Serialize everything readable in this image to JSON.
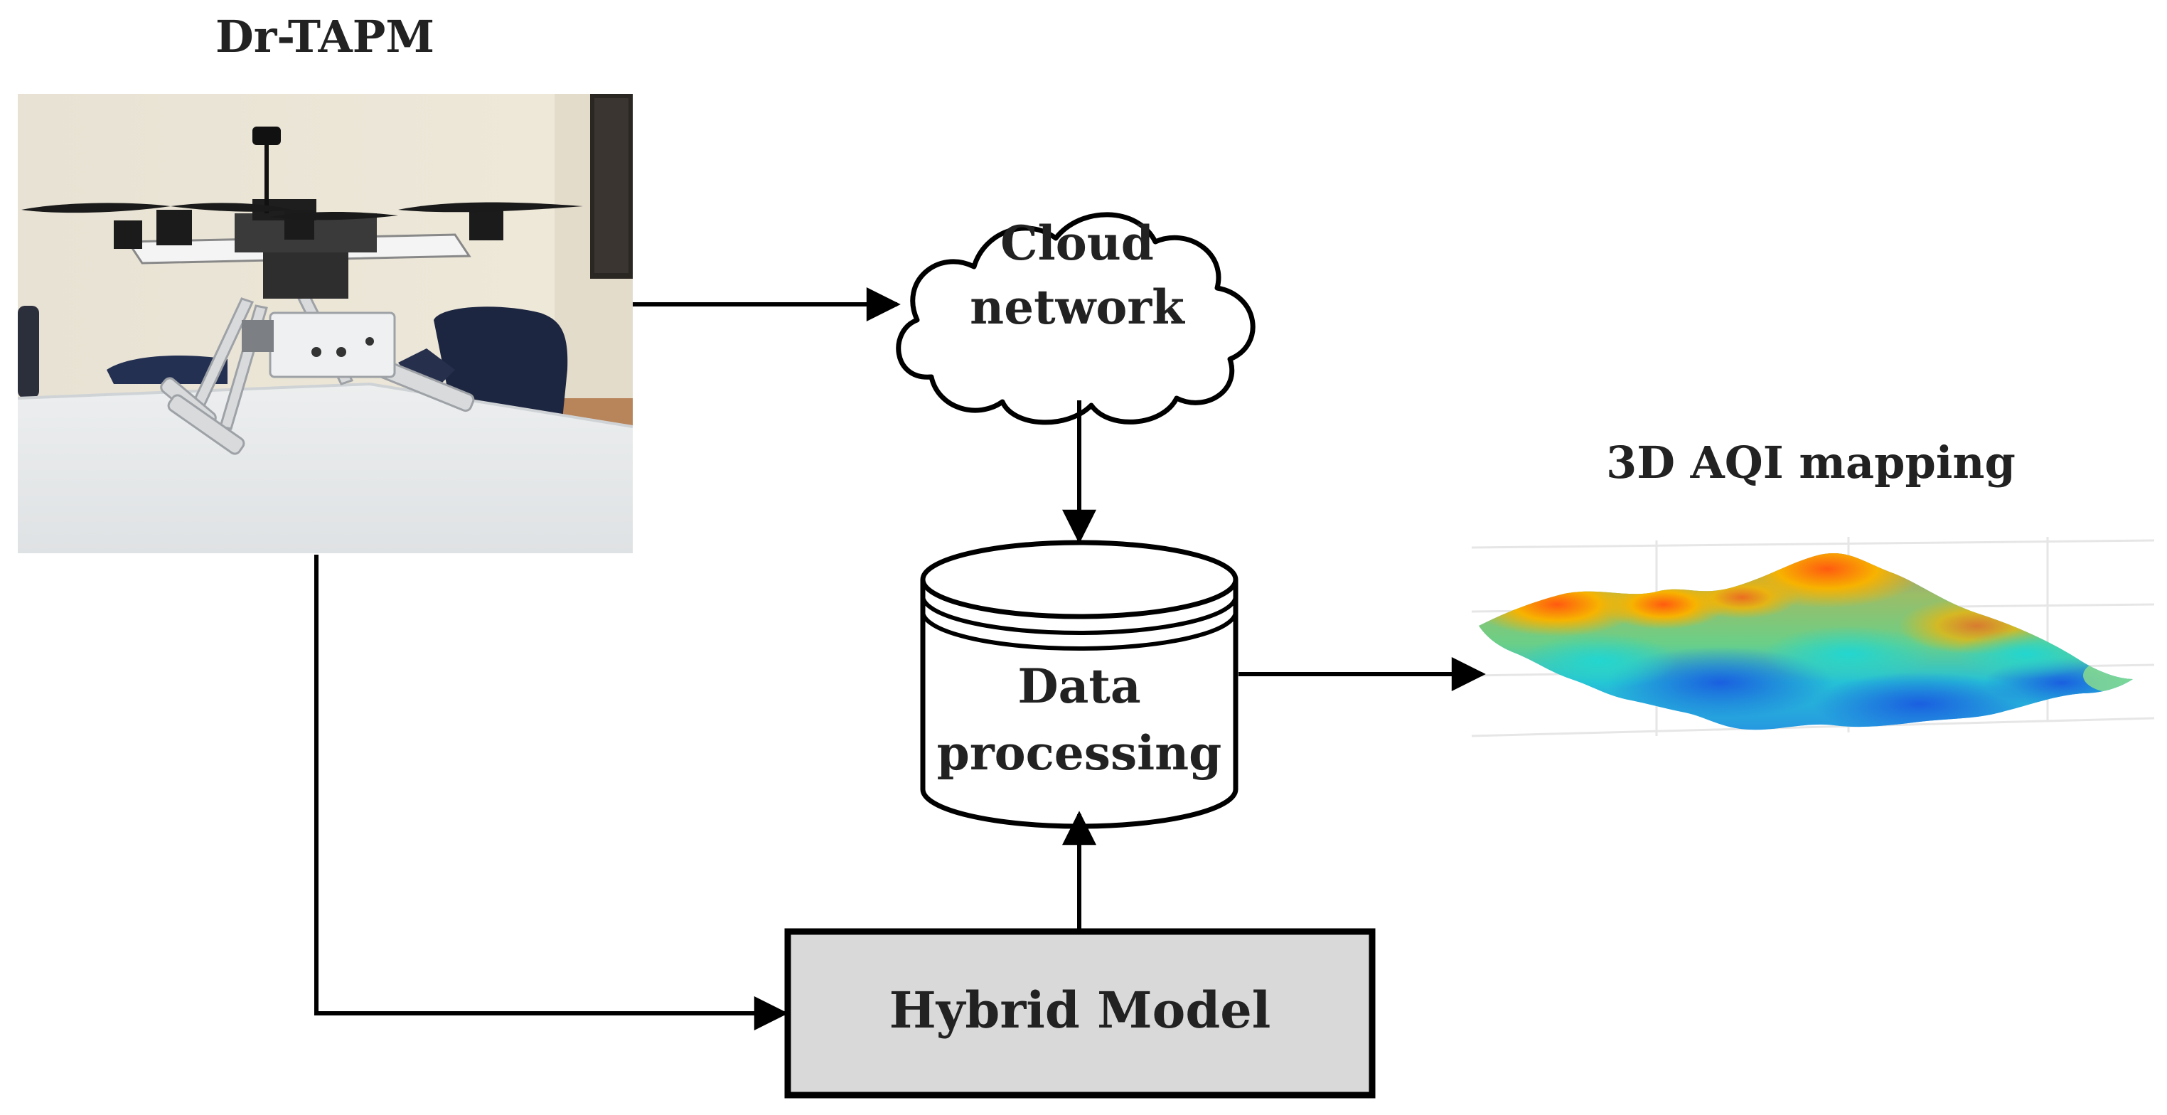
{
  "drone": {
    "title": "Dr-TAPM"
  },
  "cloud": {
    "line1": "Cloud",
    "line2": "network"
  },
  "database": {
    "line1": "Data",
    "line2": "processing"
  },
  "model": {
    "label": "Hybrid Model"
  },
  "mapping": {
    "title": "3D AQI mapping"
  },
  "colors": {
    "stroke": "#000000",
    "model_fill": "#d9d9d9",
    "surface_low": "#1f6fe0",
    "surface_mid": "#1ec9c9",
    "surface_high": "#f2c200",
    "surface_peak": "#ff6a10"
  }
}
